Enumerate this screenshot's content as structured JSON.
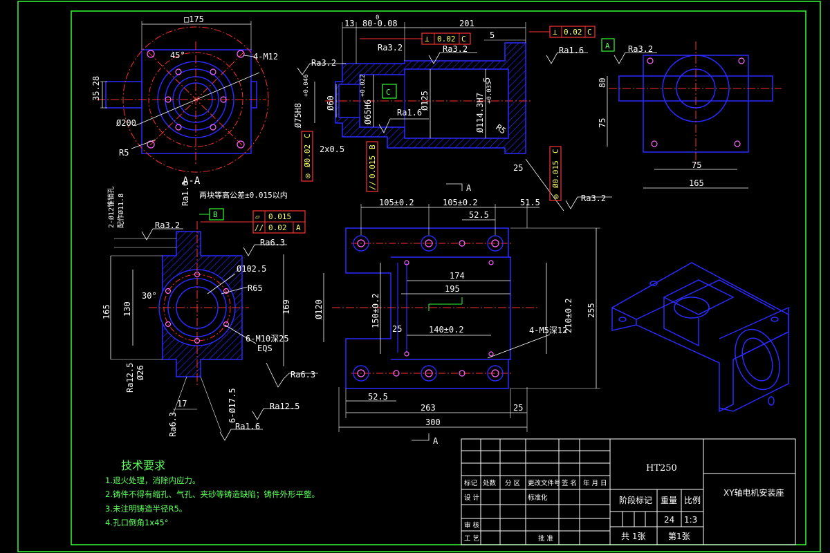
{
  "drawing": {
    "title": "XY轴电机安装座",
    "material": "HT250",
    "section_label": "A-A",
    "view_label": "A",
    "colors": {
      "outline": "#2a2aff",
      "center": "#ff3030",
      "dim": "#ffffff",
      "note": "#5cff5c",
      "frame": "#33ff33",
      "tol": "#ff3333"
    }
  },
  "notes": {
    "title": "技术要求",
    "items": [
      "1.退火处理，消除内应力。",
      "2.铸件不得有缩孔、气孔、夹砂等铸造缺陷；铸件外形平整。",
      "3.未注明铸造半径R5。",
      "4.孔口倒角1x45°"
    ]
  },
  "title_block": {
    "row_labels": [
      "标记",
      "处数",
      "分 区",
      "更改文件号",
      "签 名",
      "年 月 日"
    ],
    "design": "设 计",
    "standard": "标准化",
    "review": "审 核",
    "process": "工 艺",
    "approve": "批 准",
    "stage_mark": "阶段标记",
    "weight_label": "重量",
    "scale_label": "比例",
    "weight": "24",
    "scale": "1:3",
    "sheets_total": "共 1张",
    "sheet_no": "第1张"
  },
  "front_view": {
    "dims": [
      "□175",
      "45°",
      "4-M12",
      "35.28",
      "Ø200",
      "R5"
    ]
  },
  "section_top": {
    "dims": [
      "13",
      "80-0.08",
      "0",
      "201",
      "5",
      "Ra3.2",
      "Ra3.2",
      "Ra1.6",
      "Ra3.2",
      "Ø75H8",
      "Ø60",
      "Ø65H6",
      "Ø125",
      "Ø114.3H7",
      "Ra1.6",
      "R5",
      "2x0.5",
      "25",
      "5",
      "Ra3.2"
    ],
    "tolerances": [
      {
        "sym": "⊥",
        "val": "0.02",
        "ref": "C"
      },
      {
        "sym": "⊥",
        "val": "0.02",
        "ref": "C"
      },
      {
        "sym": "◎",
        "val": "Ø0.02",
        "ref": "C"
      },
      {
        "sym": "//",
        "val": "0.015",
        "ref": "B"
      },
      {
        "sym": "◎",
        "val": "Ø0.015",
        "ref": "C"
      }
    ],
    "datum": "C",
    "fits": [
      "+0.046",
      "+0.022",
      "+0.035"
    ]
  },
  "right_view": {
    "datum": "A",
    "dims": [
      "Ra3.2",
      "80",
      "75",
      "75",
      "165"
    ]
  },
  "section_left": {
    "dims": [
      "Ra1.6",
      "2-Ø12锥销孔",
      "配作Ø11.8",
      "Ra3.2",
      "Ra6.3",
      "30°",
      "Ø102.5",
      "R65",
      "165",
      "130",
      "169",
      "6-M10深25",
      "EQS",
      "Ra6.3",
      "Ra12.5",
      "Ø26",
      "17",
      "Ra6.3",
      "6-Ø17.5",
      "Ra12.5",
      "Ra1.6"
    ],
    "note": "两块等高公差±0.015以内",
    "datum": "B",
    "tolerances": [
      {
        "sym": "▱",
        "val": "0.015",
        "ref": ""
      },
      {
        "sym": "//",
        "val": "0.02",
        "ref": "A"
      }
    ]
  },
  "bottom_view": {
    "dims": [
      "105±0.2",
      "105±0.2",
      "51.5",
      "52.5",
      "174",
      "195",
      "Ø120",
      "150±0.2",
      "25",
      "140±0.2",
      "210±0.2",
      "255",
      "4-M5深12",
      "52.5",
      "263",
      "25",
      "300"
    ]
  }
}
